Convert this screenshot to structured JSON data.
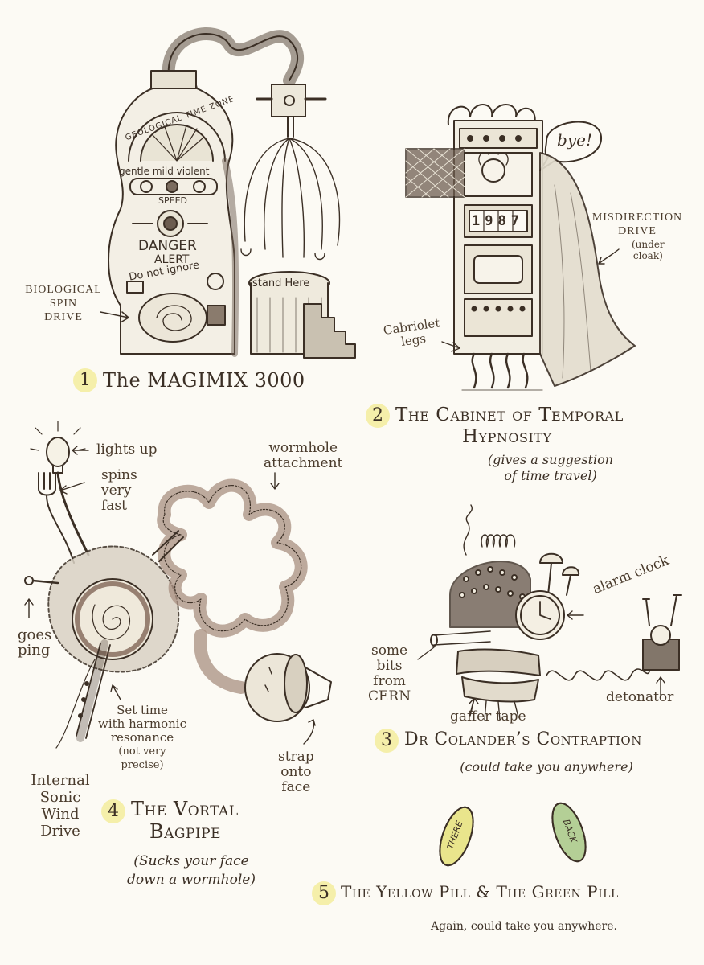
{
  "items": [
    {
      "number": "1",
      "title": "The MAGIMIX 3000"
    },
    {
      "number": "2",
      "title_line1": "The Cabinet of Temporal",
      "title_line2": "Hypnosity",
      "note_line1": "(gives a suggestion",
      "note_line2": "of time travel)"
    },
    {
      "number": "3",
      "title": "Dr Colander’s Contraption",
      "note": "(could take you anywhere)"
    },
    {
      "number": "4",
      "title_line1": "The Vortal",
      "title_line2": "Bagpipe",
      "note_line1": "(Sucks your face",
      "note_line2": "down a wormhole)"
    },
    {
      "number": "5",
      "title": "The Yellow Pill & The Green Pill",
      "note": "Again, could take you anywhere."
    }
  ],
  "magimix_labels": {
    "dial": "GEOLOGICAL TIME ZONE",
    "speeds": "gentle mild violent",
    "speed": "SPEED",
    "danger": "DANGER",
    "alert": "ALERT",
    "ignore": "Do not ignore",
    "stand": "stand Here",
    "spin_drive_1": "Biological",
    "spin_drive_2": "Spin",
    "spin_drive_3": "Drive"
  },
  "cabinet_labels": {
    "bye": "bye!",
    "year": "1987",
    "misdirection_1": "Misdirection",
    "misdirection_2": "Drive",
    "under_1": "(under",
    "under_2": "cloak)",
    "legs_1": "Cabriolet",
    "legs_2": "legs"
  },
  "bagpipe_labels": {
    "lights_up": "lights up",
    "spins_1": "spins",
    "spins_2": "very",
    "spins_3": "fast",
    "wormhole_1": "wormhole",
    "wormhole_2": "attachment",
    "goes_1": "goes",
    "goes_2": "ping",
    "set_time_1": "Set time",
    "set_time_2": "with harmonic",
    "set_time_3": "resonance",
    "set_time_4": "(not very",
    "set_time_5": "precise)",
    "internal_1": "Internal",
    "internal_2": "Sonic",
    "internal_3": "Wind",
    "internal_4": "Drive",
    "strap_1": "strap",
    "strap_2": "onto",
    "strap_3": "face"
  },
  "contraption_labels": {
    "alarm": "alarm clock",
    "cern_1": "some",
    "cern_2": "bits",
    "cern_3": "from",
    "cern_4": "CERN",
    "gaffer": "gaffer tape",
    "detonator": "detonator"
  },
  "pill_labels": {
    "yellow": "THERE",
    "green": "BACK"
  },
  "colors": {
    "ink": "#3b2f25",
    "number_badge": "#f5efaa",
    "yellow_pill": "#e6e27a",
    "green_pill": "#a8c886",
    "wormhole": "#a88f80"
  }
}
